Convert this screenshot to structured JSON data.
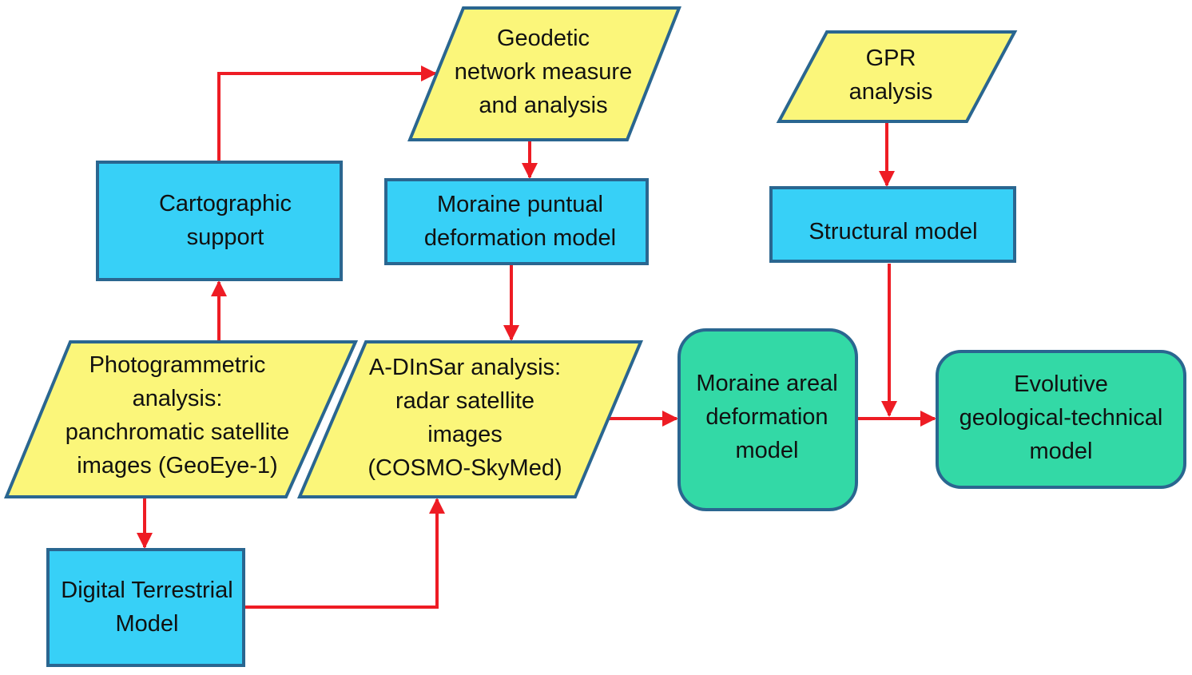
{
  "colors": {
    "data_fill": "#fbf67a",
    "process_fill": "#37d0f7",
    "result_fill": "#33d9a6",
    "border": "#2a6690",
    "arrow": "#ee1c24"
  },
  "nodes": {
    "geodetic": {
      "shape": "parallelogram",
      "lines": [
        "Geodetic",
        "network measure",
        "and analysis"
      ]
    },
    "gpr": {
      "shape": "parallelogram",
      "lines": [
        "GPR",
        "analysis"
      ]
    },
    "cartographic": {
      "shape": "rectangle",
      "lines": [
        "Cartographic",
        "support"
      ]
    },
    "moraine_puntual": {
      "shape": "rectangle",
      "lines": [
        "Moraine puntual",
        "deformation model"
      ]
    },
    "structural": {
      "shape": "rectangle",
      "lines": [
        "Structural model"
      ]
    },
    "photogrammetric": {
      "shape": "parallelogram",
      "lines": [
        "Photogrammetric",
        "analysis:",
        "panchromatic satellite",
        "images (GeoEye-1)"
      ]
    },
    "adinsar": {
      "shape": "parallelogram",
      "lines": [
        "A-DInSar analysis:",
        "radar satellite",
        "images",
        "(COSMO-SkyMed)"
      ]
    },
    "moraine_areal": {
      "shape": "rounded-rectangle",
      "lines": [
        "Moraine areal",
        "deformation",
        "model"
      ]
    },
    "evolutive": {
      "shape": "rounded-rectangle",
      "lines": [
        "Evolutive",
        "geological-technical",
        "model"
      ]
    },
    "dtm": {
      "shape": "rectangle",
      "lines": [
        "Digital Terrestrial",
        "Model"
      ]
    }
  },
  "edges": [
    {
      "from": "photogrammetric",
      "to": "cartographic"
    },
    {
      "from": "cartographic",
      "to": "geodetic"
    },
    {
      "from": "geodetic",
      "to": "moraine_puntual"
    },
    {
      "from": "moraine_puntual",
      "to": "adinsar"
    },
    {
      "from": "photogrammetric",
      "to": "dtm"
    },
    {
      "from": "dtm",
      "to": "adinsar"
    },
    {
      "from": "adinsar",
      "to": "moraine_areal"
    },
    {
      "from": "gpr",
      "to": "structural"
    },
    {
      "from": "structural",
      "to": "evolutive"
    },
    {
      "from": "moraine_areal",
      "to": "evolutive"
    }
  ]
}
